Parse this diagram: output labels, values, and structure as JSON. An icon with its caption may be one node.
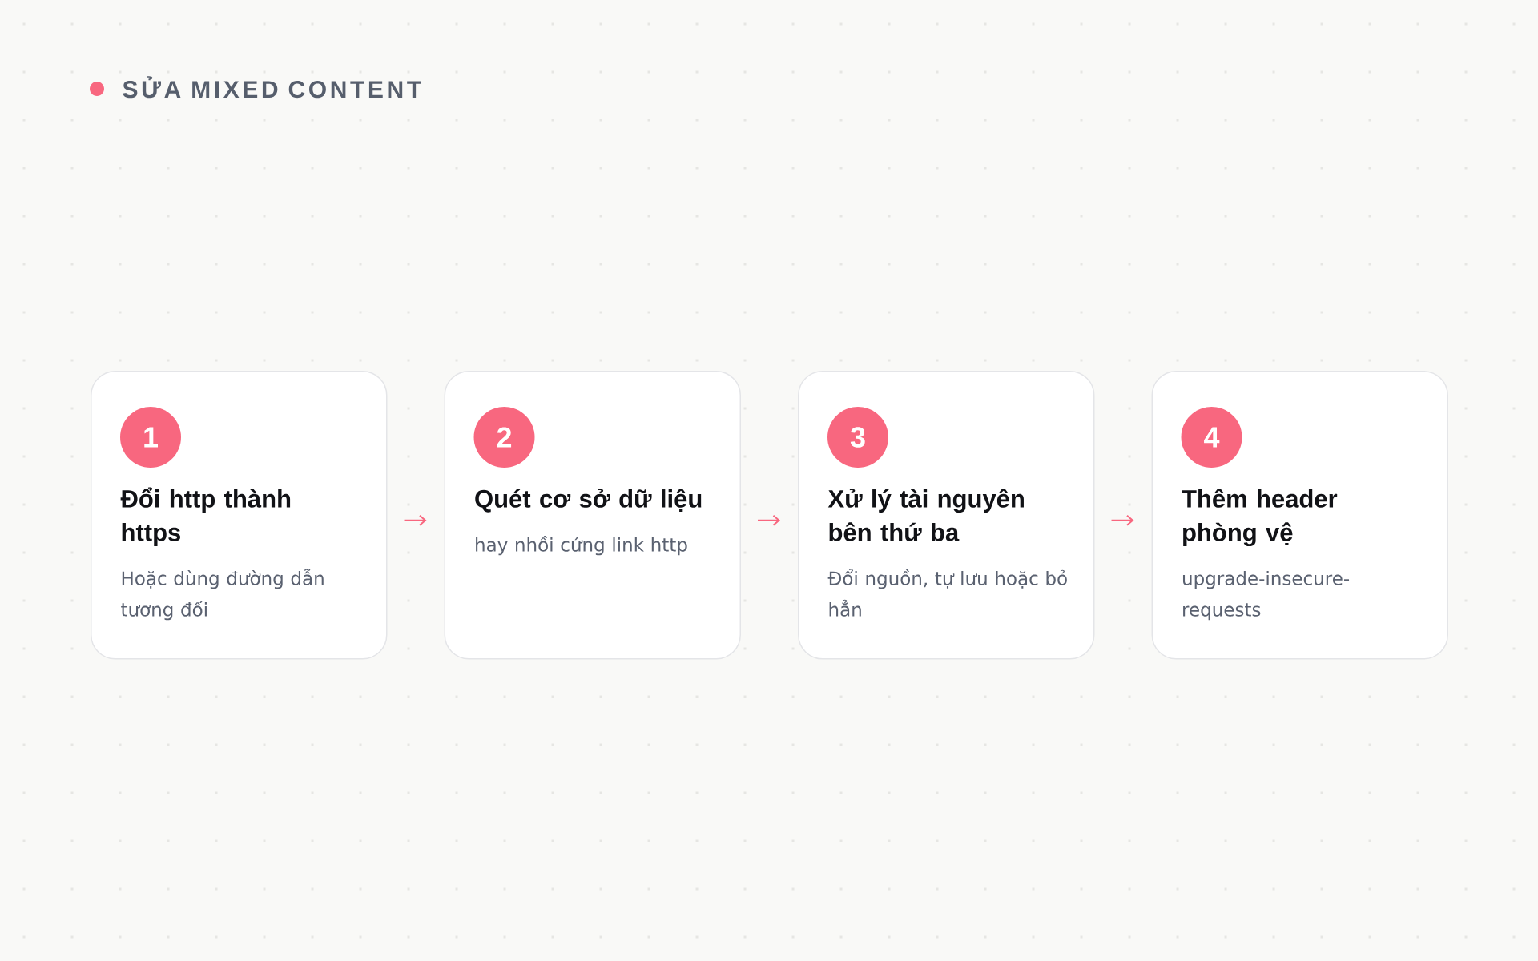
{
  "diagram": {
    "title": "SỬA MIXED CONTENT",
    "nodes": [
      {
        "text": [
          "Đổi http thành https",
          "Hoặc dùng đường dẫn tương đối"
        ]
      },
      {
        "text": [
          "1"
        ],
        "in": 0
      },
      {
        "text": [
          "Quét cơ sở dữ liệu",
          "hay nhồi cứng link http"
        ]
      },
      {
        "text": [
          "2"
        ],
        "in": 2
      },
      {
        "text": [
          "Xử lý tài nguyên bên thứ ba",
          "Đổi nguồn, tự lưu hoặc bỏ hẳn"
        ]
      },
      {
        "text": [
          "3"
        ],
        "in": 4
      },
      {
        "text": [
          "Thêm header phòng vệ",
          "upgrade-insecure-requests"
        ]
      },
      {
        "text": [
          "4"
        ],
        "in": 6
      }
    ],
    "edges": [
      {
        "from": 0,
        "to": 2,
        "arrow": "to"
      },
      {
        "from": 2,
        "to": 4,
        "arrow": "to"
      },
      {
        "from": 4,
        "to": 6,
        "arrow": "to"
      }
    ]
  }
}
